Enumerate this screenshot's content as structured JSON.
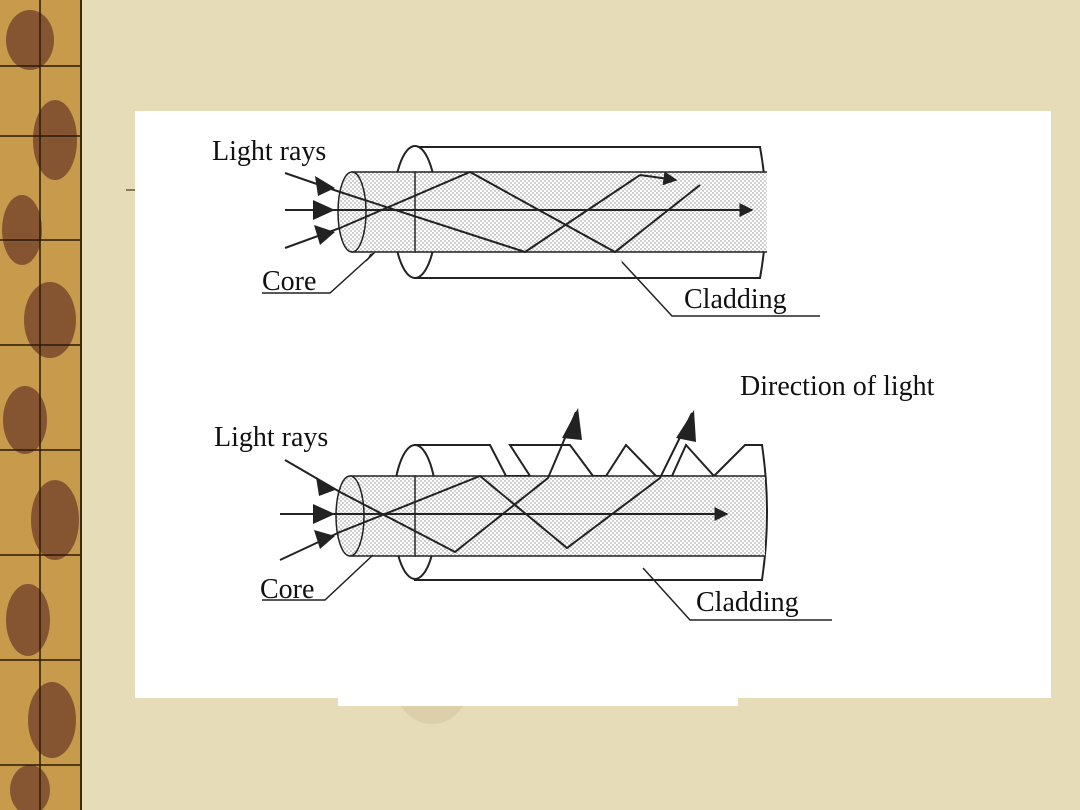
{
  "diagram": {
    "top": {
      "light_rays_label": "Light rays",
      "core_label": "Core",
      "cladding_label": "Cladding"
    },
    "bottom": {
      "light_rays_label": "Light rays",
      "core_label": "Core",
      "cladding_label": "Cladding"
    },
    "direction_label": "Direction of light"
  },
  "colors": {
    "background": "#e6dcb8",
    "sidebar": "#c79a4c",
    "sidebar_leaf": "#7a4a2e",
    "panel": "#ffffff",
    "line": "#222222"
  }
}
